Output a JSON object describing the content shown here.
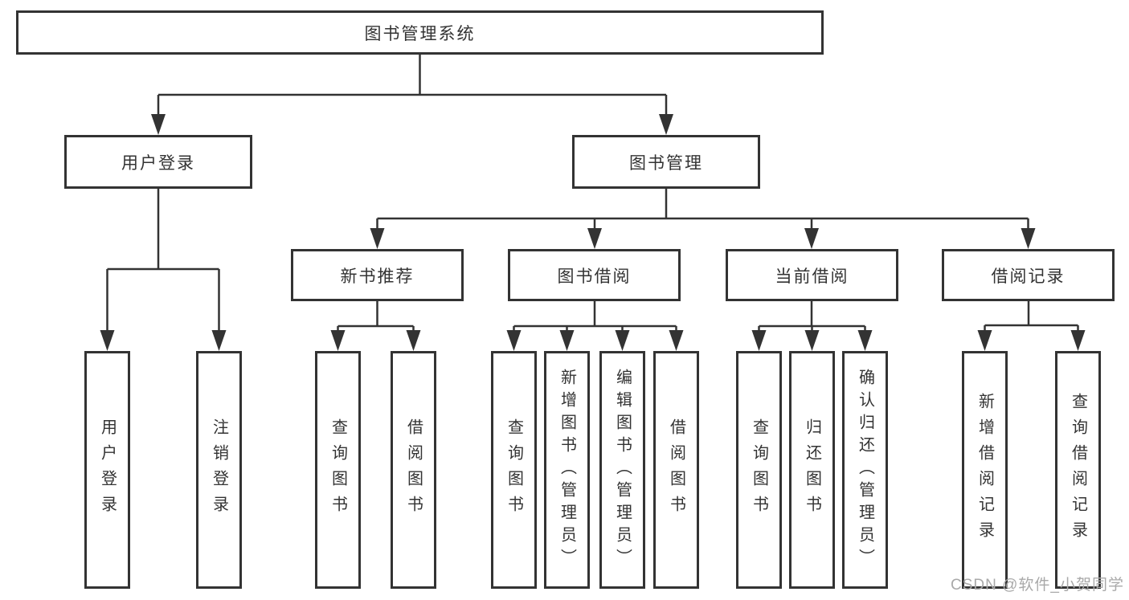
{
  "diagram": {
    "root_label": "图书管理系统",
    "level2": [
      {
        "label": "用户登录",
        "children": [
          "用户登录",
          "注销登录"
        ]
      },
      {
        "label": "图书管理",
        "sections": [
          {
            "label": "新书推荐",
            "children": [
              "查询图书",
              "借阅图书"
            ]
          },
          {
            "label": "图书借阅",
            "children": [
              "查询图书",
              "新增图书（管理员）",
              "编辑图书（管理员）",
              "借阅图书"
            ]
          },
          {
            "label": "当前借阅",
            "children": [
              "查询图书",
              "归还图书",
              "确认归还（管理员）"
            ]
          },
          {
            "label": "借阅记录",
            "children": [
              "新增借阅记录",
              "查询借阅记录"
            ]
          }
        ]
      }
    ]
  },
  "watermark": {
    "text": "CSDN @软件_小贺同学",
    "color": "#a9a9a9"
  },
  "colors": {
    "line": "#333333",
    "box_border": "#333333",
    "text": "#333333",
    "background": "#ffffff"
  }
}
